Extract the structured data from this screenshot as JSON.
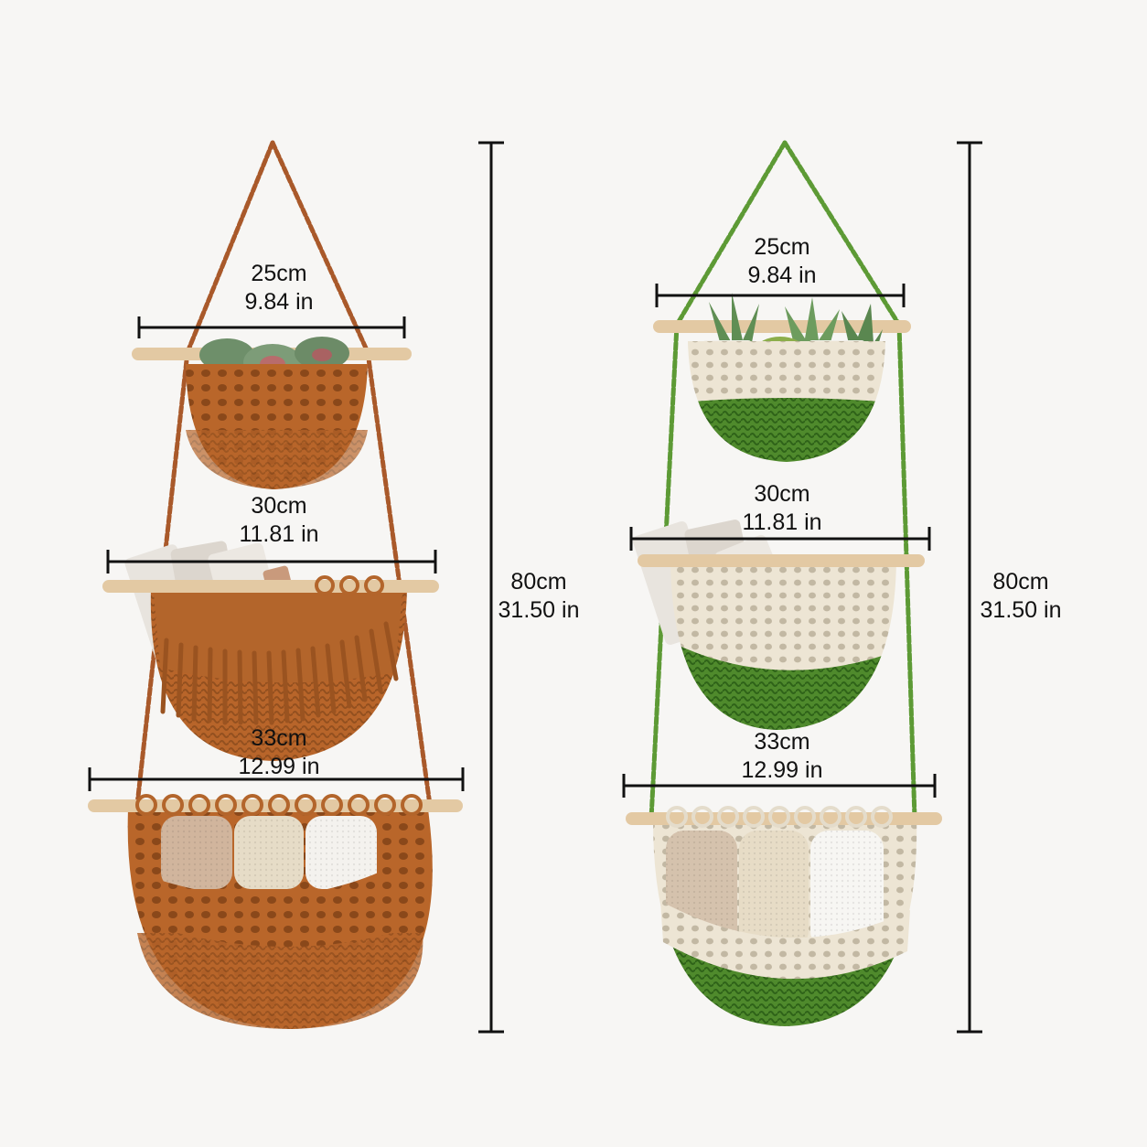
{
  "colors": {
    "background": "#f7f6f4",
    "rust": "#b9662a",
    "rust_dark": "#8f4a1c",
    "green": "#4f8a2c",
    "cream": "#ece4d3",
    "wood": "#e3c9a3",
    "dimension_line": "#111111"
  },
  "left_set": {
    "height": {
      "metric": "80cm",
      "imperial": "31.50 in"
    },
    "baskets": [
      {
        "metric": "25cm",
        "imperial": "9.84 in",
        "contents": "succulents"
      },
      {
        "metric": "30cm",
        "imperial": "11.81 in",
        "contents": "magazines"
      },
      {
        "metric": "33cm",
        "imperial": "12.99 in",
        "contents": "rolled towels"
      }
    ]
  },
  "right_set": {
    "height": {
      "metric": "80cm",
      "imperial": "31.50 in"
    },
    "baskets": [
      {
        "metric": "25cm",
        "imperial": "9.84 in",
        "contents": "succulents"
      },
      {
        "metric": "30cm",
        "imperial": "11.81 in",
        "contents": "magazines"
      },
      {
        "metric": "33cm",
        "imperial": "12.99 in",
        "contents": "rolled towels"
      }
    ]
  }
}
